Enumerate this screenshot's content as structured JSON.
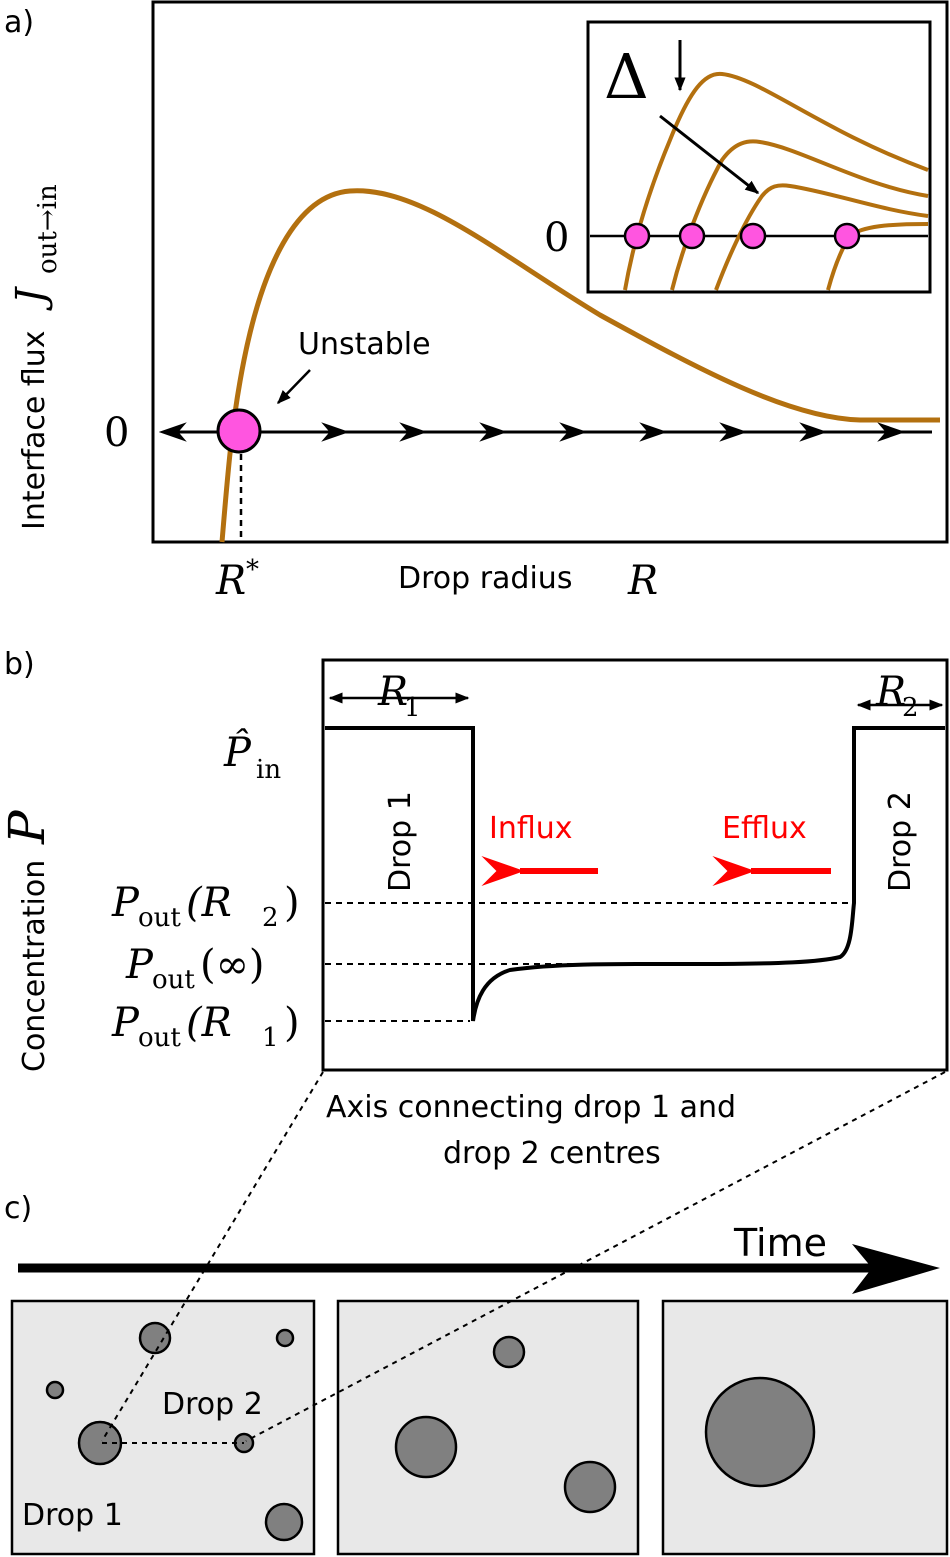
{
  "panel_a": {
    "letter": "a)",
    "ylabel_text": "Interface flux",
    "ylabel_symbol": "J",
    "ylabel_sub": "out→in",
    "zero_label": "0",
    "xlabel_text": "Drop radius",
    "xlabel_symbol": "R",
    "rstar_symbol": "R",
    "rstar_sup": "*",
    "unstable_label": "Unstable",
    "inset": {
      "delta_symbol": "Δ",
      "zero_label": "0"
    },
    "colors": {
      "curve": "#b3700f",
      "fixed_point": "#ff55e0"
    }
  },
  "panel_b": {
    "letter": "b)",
    "ylabel_text": "Concentration",
    "ylabel_symbol": "P",
    "p_in_symbol": "P̂",
    "p_in_sub": "in",
    "pout_r2": {
      "symbol": "P",
      "sub": "out",
      "arg": "(R",
      "arg_sub": "2",
      "close": ")"
    },
    "pout_inf": {
      "symbol": "P",
      "sub": "out",
      "arg": "(∞)"
    },
    "pout_r1": {
      "symbol": "P",
      "sub": "out",
      "arg": "(R",
      "arg_sub": "1",
      "close": ")"
    },
    "r1_symbol": "R",
    "r1_sub": "1",
    "r2_symbol": "R",
    "r2_sub": "2",
    "drop1_label": "Drop 1",
    "drop2_label": "Drop 2",
    "influx_label": "Influx",
    "efflux_label": "Efflux",
    "xlabel_line1": "Axis connecting drop 1 and",
    "xlabel_line2": "drop 2 centres",
    "colors": {
      "arrows": "#ff0000"
    }
  },
  "panel_c": {
    "letter": "c)",
    "time_label": "Time",
    "drop1_label": "Drop 1",
    "drop2_label": "Drop 2",
    "colors": {
      "box": "#e8e8e8",
      "drop": "#808080"
    }
  }
}
